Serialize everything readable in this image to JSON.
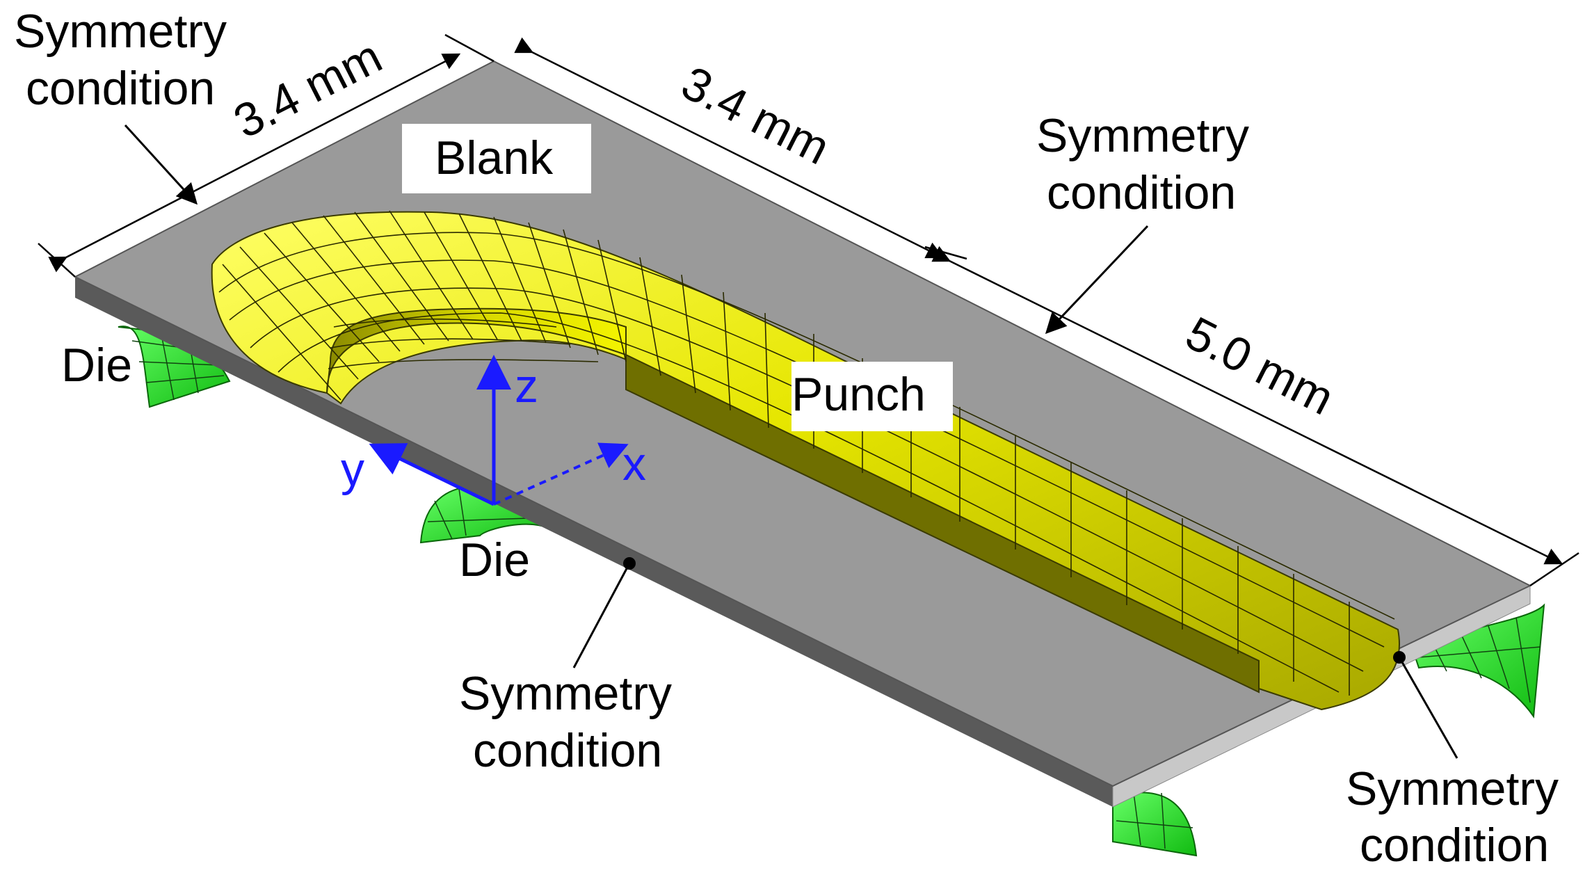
{
  "labels": {
    "symmetry_top_left": [
      "Symmetry",
      "condition"
    ],
    "symmetry_top_right": [
      "Symmetry",
      "condition"
    ],
    "symmetry_bottom_center": [
      "Symmetry",
      "condition"
    ],
    "symmetry_bottom_right": [
      "Symmetry",
      "condition"
    ],
    "blank": "Blank",
    "punch": "Punch",
    "die_left": "Die",
    "die_center": "Die"
  },
  "dimensions": {
    "width_left": "3.4 mm",
    "width_top": "3.4 mm",
    "length_right": "5.0 mm"
  },
  "axes": {
    "x": "x",
    "y": "y",
    "z": "z"
  },
  "colors": {
    "blank_top": "#9a9a9a",
    "blank_side_dark": "#5a5a5a",
    "blank_side_light": "#c8c8c8",
    "punch": "#e8e800",
    "die": "#22dd22",
    "axis": "#1a1aff"
  }
}
